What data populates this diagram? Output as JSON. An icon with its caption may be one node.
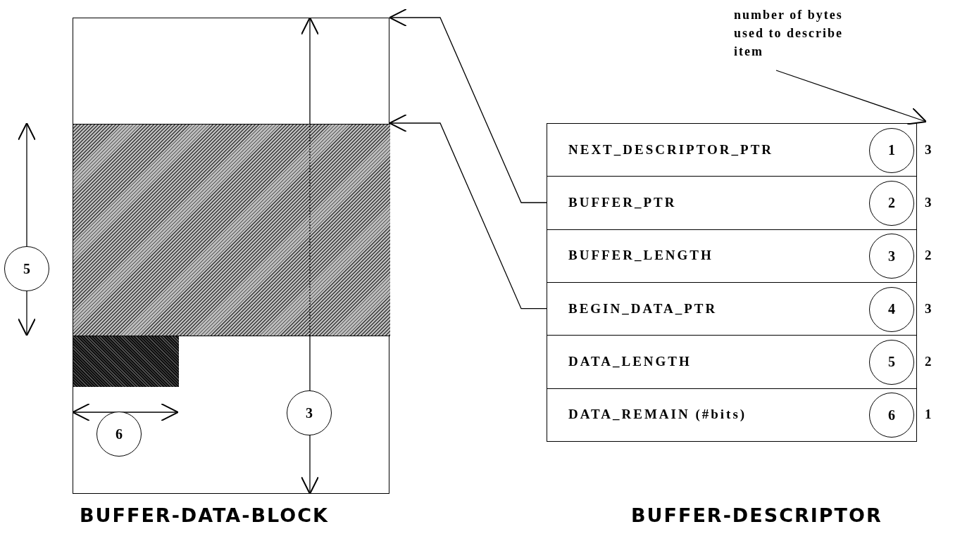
{
  "diagram": {
    "nodes": [
      {
        "text": [],
        "shape": "box"
      },
      {
        "text": [],
        "shape": "box",
        "in": 0
      },
      {
        "text": [],
        "shape": "box",
        "in": 0
      },
      {
        "text": [
          "5"
        ]
      },
      {
        "text": [
          "6"
        ],
        "in": 0
      },
      {
        "text": [
          "3"
        ],
        "in": 0
      },
      {
        "text": [
          "number of bytes used to describe item"
        ]
      },
      {
        "text": [],
        "shape": "box"
      },
      {
        "text": [
          "NEXT_DESCRIPTOR_PTR"
        ],
        "in": 7,
        "beside": [
          "3"
        ]
      },
      {
        "text": [
          "BUFFER_PTR"
        ],
        "in": 7,
        "beside": [
          "3"
        ]
      },
      {
        "text": [
          "BUFFER_LENGTH"
        ],
        "in": 7,
        "beside": [
          "2"
        ]
      },
      {
        "text": [
          "BEGIN_DATA_PTR"
        ],
        "in": 7,
        "beside": [
          "3"
        ]
      },
      {
        "text": [
          "DATA_LENGTH"
        ],
        "in": 7,
        "beside": [
          "2"
        ]
      },
      {
        "text": [
          "DATA_REMAIN (#bits)"
        ],
        "in": 7,
        "beside": [
          "1"
        ]
      },
      {
        "text": [
          "1"
        ],
        "in": 8
      },
      {
        "text": [
          "2"
        ],
        "in": 9
      },
      {
        "text": [
          "3"
        ],
        "in": 10
      },
      {
        "text": [
          "4"
        ],
        "in": 11
      },
      {
        "text": [
          "5"
        ],
        "in": 12
      },
      {
        "text": [
          "6"
        ],
        "in": 13
      }
    ],
    "edges": [
      {
        "from": 9,
        "to": 0,
        "arrow": "to"
      },
      {
        "from": 11,
        "to": 1,
        "arrow": "to"
      },
      {
        "from": 6,
        "to": 8,
        "arrow": "to"
      }
    ],
    "labels": [
      "BUFFER-DATA-BLOCK",
      "BUFFER-DESCRIPTOR"
    ]
  }
}
